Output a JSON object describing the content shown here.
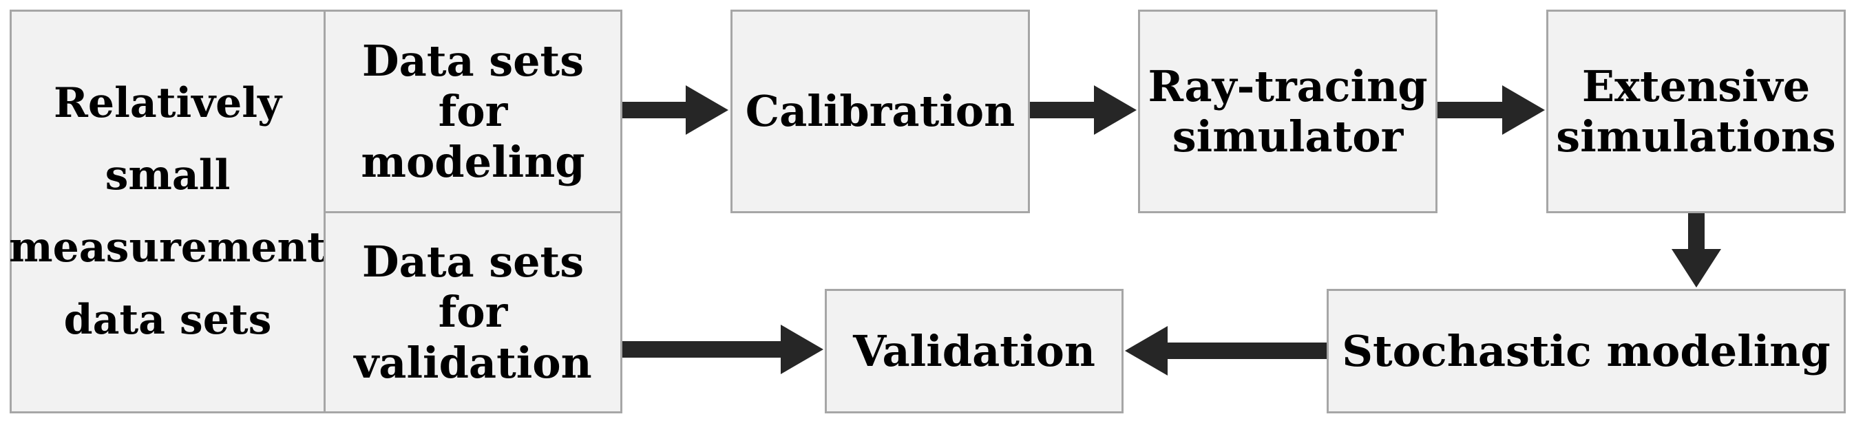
{
  "diagram": {
    "source_box": "Relatively\nsmall\nmeasurement\ndata sets",
    "modeling_box": "Data sets for\nmodeling",
    "validation_data_box": "Data sets for\nvalidation",
    "calibration_box": "Calibration",
    "raytracing_box": "Ray-tracing\nsimulator",
    "simulations_box": "Extensive\nsimulations",
    "stochastic_box": "Stochastic modeling",
    "validation_box": "Validation"
  },
  "colors": {
    "box_fill": "#f2f2f2",
    "box_border": "#a6a6a6",
    "arrow": "#262626"
  }
}
